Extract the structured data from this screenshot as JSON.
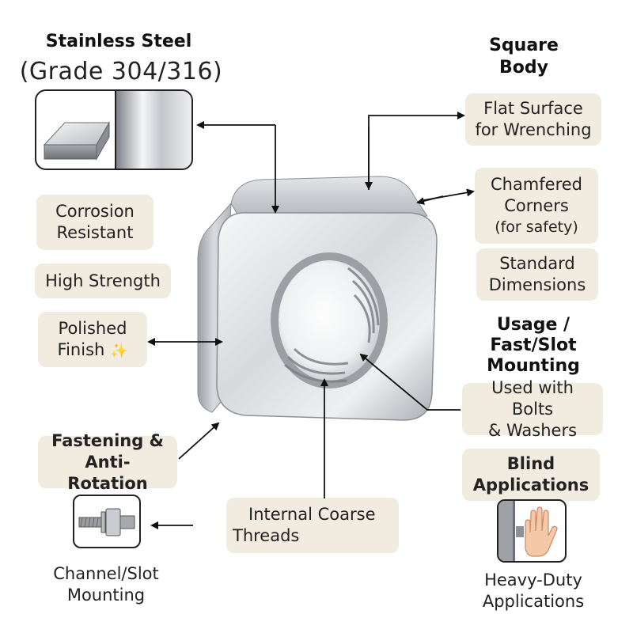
{
  "material": {
    "title": "Stainless Steel",
    "grade": "(Grade 304/316)"
  },
  "square_body": {
    "line1": "Square",
    "line2": "Body"
  },
  "flat_surface": {
    "line1": "Flat Surface",
    "line2": "for Wrenching"
  },
  "chamfered": {
    "line1": "Chamfered",
    "line2": "Corners",
    "line3": "(for safety)"
  },
  "standard_dims": {
    "line1": "Standard",
    "line2": "Dimensions"
  },
  "corrosion": {
    "line1": "Corrosion",
    "line2": "Resistant"
  },
  "high_strength": "High Strength",
  "polished": {
    "line1": "Polished",
    "line2": "Finish",
    "sparkle": "✨"
  },
  "usage": {
    "line1": "Usage /",
    "line2": "Fast/Slot",
    "line3": "Mounting"
  },
  "bolts_washers": {
    "line1": "Used with Bolts",
    "line2": "& Washers"
  },
  "fastening": {
    "line1": "Fastening &",
    "line2": "Anti-Rotation"
  },
  "blind": {
    "line1": "Blind",
    "line2": "Applications"
  },
  "threads": {
    "line1": "Internal Coarse",
    "line2": "Threads"
  },
  "channel": {
    "line1": "Channel/Slot",
    "line2": "Mounting"
  },
  "heavy_duty": {
    "line1": "Heavy-Duty",
    "line2": "Applications"
  },
  "colors": {
    "label_bg": "#f1ebe0",
    "steel_light": "#f4f5f6",
    "steel_dark": "#8d9196",
    "arrow": "#111111"
  }
}
